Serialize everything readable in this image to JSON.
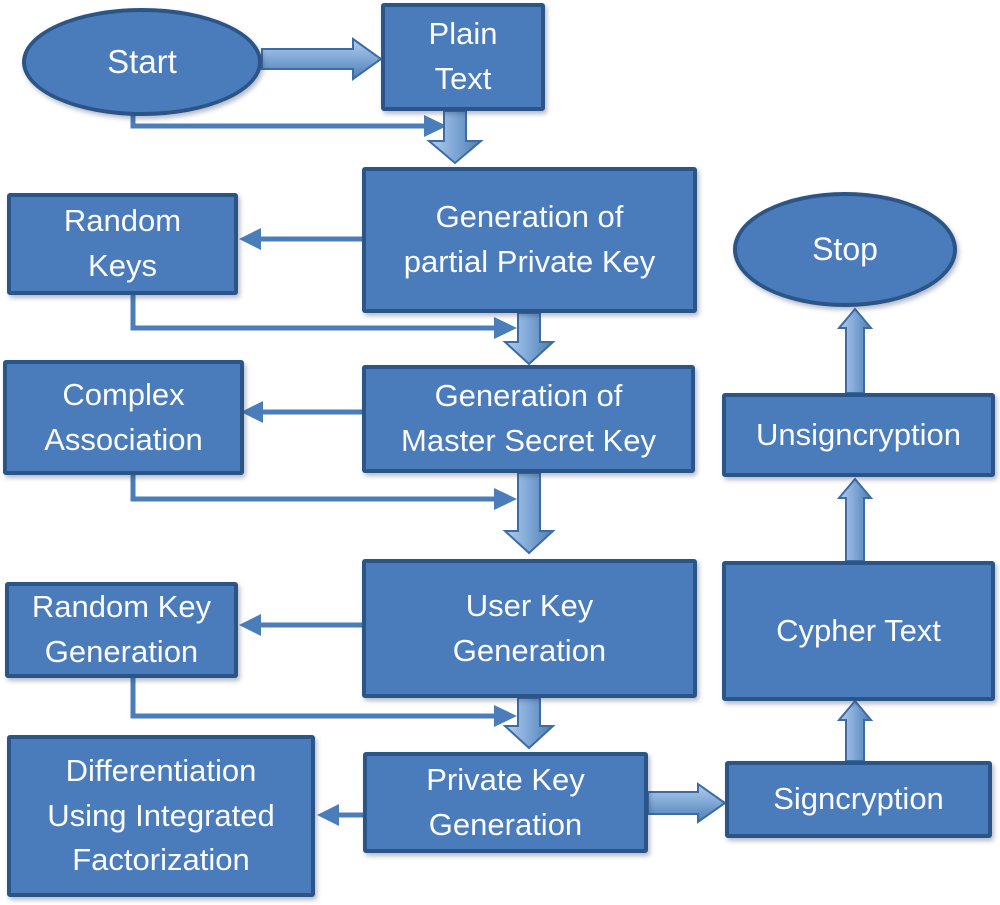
{
  "figure": {
    "type": "flowchart",
    "background": "#ffffff"
  },
  "colors": {
    "node_fill": "#4a7cbc",
    "node_border": "#2b5586",
    "node_text": "#fbfafd",
    "arrow_line": "#4a7db9",
    "block_arrow_light": "#b3cdeb",
    "block_arrow_dark": "#4e7cb0",
    "block_arrow_outline": "#3c6ca6"
  },
  "nodes": {
    "start": {
      "label": "Start",
      "shape": "ellipse"
    },
    "plain_text": {
      "label": "Plain\nText",
      "shape": "rect"
    },
    "generation_partial_private_key": {
      "label": "Generation of\npartial Private Key",
      "shape": "rect"
    },
    "random_keys": {
      "label": "Random\nKeys",
      "shape": "rect"
    },
    "generation_master_secret_key": {
      "label": "Generation of\nMaster Secret Key",
      "shape": "rect"
    },
    "complex_association": {
      "label": "Complex\nAssociation",
      "shape": "rect"
    },
    "user_key_generation": {
      "label": "User Key\nGeneration",
      "shape": "rect"
    },
    "random_key_generation": {
      "label": "Random Key\nGeneration",
      "shape": "rect"
    },
    "differentiation_using_integrated_factorization": {
      "label": "Differentiation\nUsing Integrated\nFactorization",
      "shape": "rect"
    },
    "private_key_generation": {
      "label": "Private Key\nGeneration",
      "shape": "rect"
    },
    "signcryption": {
      "label": "Signcryption",
      "shape": "rect"
    },
    "cypher_text": {
      "label": "Cypher Text",
      "shape": "rect"
    },
    "unsigncryption": {
      "label": "Unsigncryption",
      "shape": "rect"
    },
    "stop": {
      "label": "Stop",
      "shape": "ellipse"
    }
  },
  "edges": [
    {
      "from": "start",
      "to": "plain_text",
      "type": "block-arrow"
    },
    {
      "from": "plain_text",
      "to": "generation_partial_private_key",
      "type": "block-arrow"
    },
    {
      "from": "start",
      "to": "generation_partial_private_key",
      "type": "elbow-line-arrow"
    },
    {
      "from": "generation_partial_private_key",
      "to": "random_keys",
      "type": "line-arrow"
    },
    {
      "from": "random_keys",
      "to": "generation_master_secret_key",
      "type": "elbow-line-arrow"
    },
    {
      "from": "generation_partial_private_key",
      "to": "generation_master_secret_key",
      "type": "block-arrow"
    },
    {
      "from": "generation_master_secret_key",
      "to": "complex_association",
      "type": "line-arrow"
    },
    {
      "from": "complex_association",
      "to": "user_key_generation",
      "type": "elbow-line-arrow"
    },
    {
      "from": "generation_master_secret_key",
      "to": "user_key_generation",
      "type": "block-arrow"
    },
    {
      "from": "user_key_generation",
      "to": "random_key_generation",
      "type": "line-arrow"
    },
    {
      "from": "random_key_generation",
      "to": "private_key_generation",
      "type": "elbow-line-arrow"
    },
    {
      "from": "user_key_generation",
      "to": "private_key_generation",
      "type": "block-arrow"
    },
    {
      "from": "private_key_generation",
      "to": "differentiation_using_integrated_factorization",
      "type": "line-arrow"
    },
    {
      "from": "private_key_generation",
      "to": "signcryption",
      "type": "block-arrow"
    },
    {
      "from": "signcryption",
      "to": "cypher_text",
      "type": "block-arrow"
    },
    {
      "from": "cypher_text",
      "to": "unsigncryption",
      "type": "block-arrow"
    },
    {
      "from": "unsigncryption",
      "to": "stop",
      "type": "block-arrow"
    }
  ]
}
